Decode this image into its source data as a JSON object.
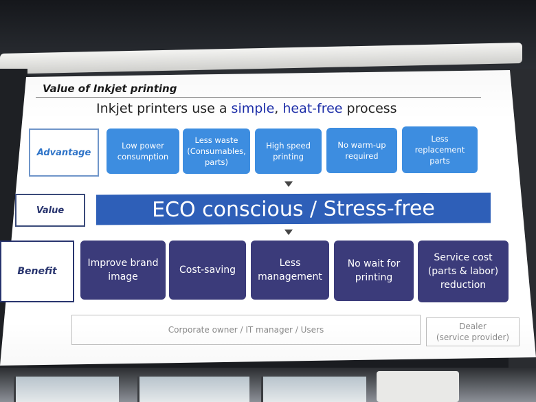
{
  "slide": {
    "heading": "Value of Inkjet printing",
    "subtitle": {
      "part1": "Inkjet printers use a ",
      "hl1": "simple",
      "part2": ", ",
      "hl2": "heat-free",
      "part3": " process"
    },
    "labels": {
      "advantage": "Advantage",
      "value": "Value",
      "benefit": "Benefit"
    },
    "advantages": [
      "Low power\nconsumption",
      "Less waste\n(Consumables,\nparts)",
      "High speed\nprinting",
      "No warm-up\nrequired",
      "Less\nreplacement\nparts"
    ],
    "value_banner": "ECO conscious / Stress-free",
    "benefits": [
      "Improve brand\nimage",
      "Cost-saving",
      "Less\nmanagement",
      "No wait for\nprinting",
      "Service cost\n(parts & labor)\nreduction"
    ],
    "audience": {
      "owner": "Corporate owner / IT manager / Users",
      "dealer_line1": "Dealer",
      "dealer_line2": "(service provider)"
    }
  },
  "colors": {
    "advantage_box": "#3d8de0",
    "value_banner": "#2e5fb8",
    "benefit_box": "#3b3b7a",
    "highlight_text": "#1d2ea8"
  }
}
